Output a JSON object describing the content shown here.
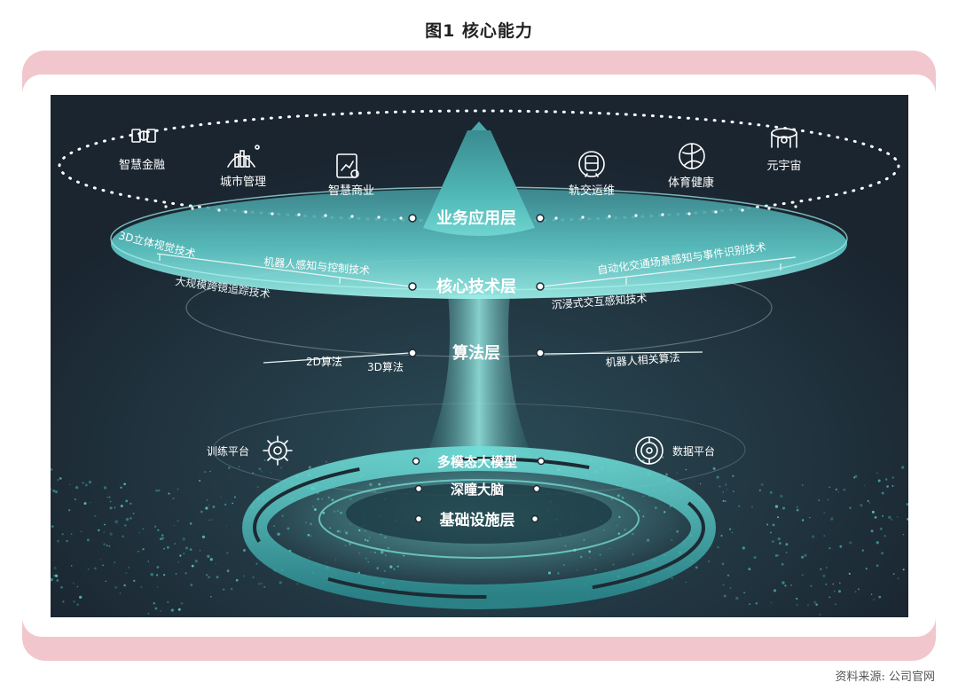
{
  "title": "图1  核心能力",
  "source": "资料来源: 公司官网",
  "layers": {
    "business": "业务应用层",
    "core_tech": "核心技术层",
    "algorithm": "算法层",
    "foundation_1": "多模态大模型",
    "foundation_2": "深瞳大脑",
    "foundation_3": "基础设施层"
  },
  "applications": {
    "finance": "智慧金融",
    "city": "城市管理",
    "commerce": "智慧商业",
    "rail": "轨交运维",
    "sports": "体育健康",
    "metaverse": "元宇宙"
  },
  "technologies": {
    "vision3d": "3D立体视觉技术",
    "robot_perception": "机器人感知与控制技术",
    "cross_mirror": "大规模跨镜追踪技术",
    "traffic": "自动化交通场景感知与事件识别技术",
    "immersive": "沉浸式交互感知技术"
  },
  "algorithms": {
    "algo2d": "2D算法",
    "algo3d": "3D算法",
    "robot": "机器人相关算法"
  },
  "platforms": {
    "training": "训练平台",
    "data": "数据平台"
  },
  "colors": {
    "panel_bg": "#1d2a34",
    "teal": "#63d6d2",
    "pink_frame": "#f2c6cd"
  },
  "icons": [
    "finance-icon",
    "city-icon",
    "commerce-icon",
    "rail-icon",
    "sports-icon",
    "metaverse-icon",
    "training-icon",
    "data-icon"
  ]
}
